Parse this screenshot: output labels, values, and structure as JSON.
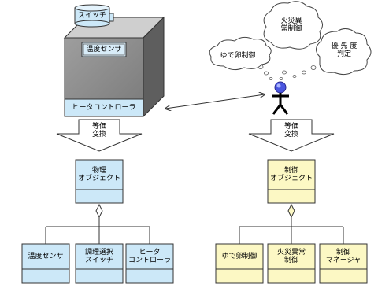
{
  "physical_side": {
    "switch_label": "スイッチ",
    "sensor_label": "温度センサ",
    "controller_label": "ヒータコントローラ",
    "conversion_label": "等価\n変換",
    "object_title": "物理\nオブジェクト",
    "children": [
      "温度センサ",
      "調理選択\nスイッチ",
      "ヒータ\nコントローラ"
    ]
  },
  "control_side": {
    "thought_boil": "ゆで卵制御",
    "thought_fire": "火災異\n常制御",
    "thought_priority": "優 先 度\n判定",
    "conversion_label": "等価\n変換",
    "object_title": "制御\nオブジェクト",
    "children": [
      "ゆで卵制御",
      "火災異常\n制御",
      "制御\nマネージャ"
    ]
  },
  "colors": {
    "light_blue": "#cce8f8",
    "light_yellow": "#fcf8c4",
    "box_gray_front": "#8a8a8a",
    "box_gray_top": "#cfcfcf",
    "box_gray_side": "#5e5e5e",
    "stick_figure_head": "#4a56e0"
  },
  "icons": [
    "heater-box",
    "stick-figure",
    "thought-cloud",
    "down-arrow",
    "diamond-aggregation"
  ]
}
